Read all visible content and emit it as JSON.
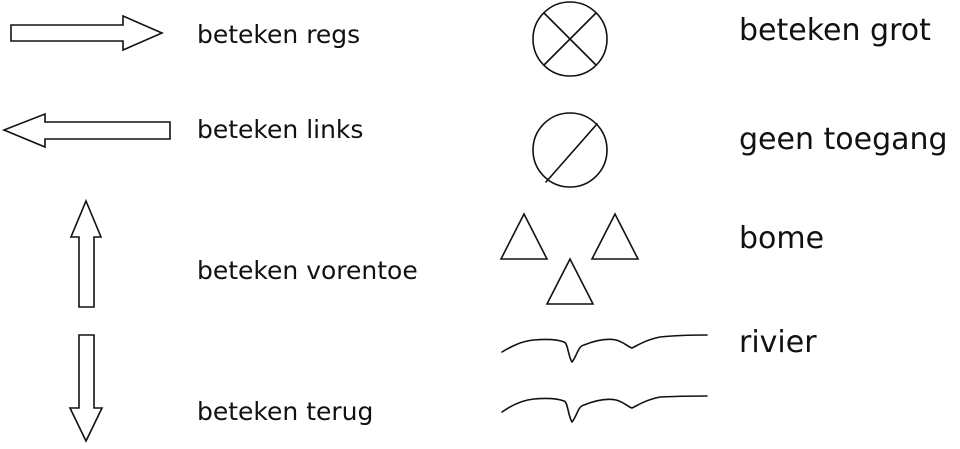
{
  "legend": {
    "left_items": [
      {
        "symbol": "arrow-right-icon",
        "label": "beteken regs"
      },
      {
        "symbol": "arrow-left-icon",
        "label": "beteken links"
      },
      {
        "symbol": "arrow-up-icon",
        "label": "beteken vorentoe"
      },
      {
        "symbol": "arrow-down-icon",
        "label": "beteken terug"
      }
    ],
    "right_items": [
      {
        "symbol": "circle-cross-icon",
        "label": "beteken grot"
      },
      {
        "symbol": "circle-slash-icon",
        "label": "geen toegang"
      },
      {
        "symbol": "triangles-icon",
        "label": "bome"
      },
      {
        "symbol": "river-lines-icon",
        "label": "rivier"
      }
    ]
  },
  "colors": {
    "ink": "#111111",
    "background": "#ffffff"
  }
}
